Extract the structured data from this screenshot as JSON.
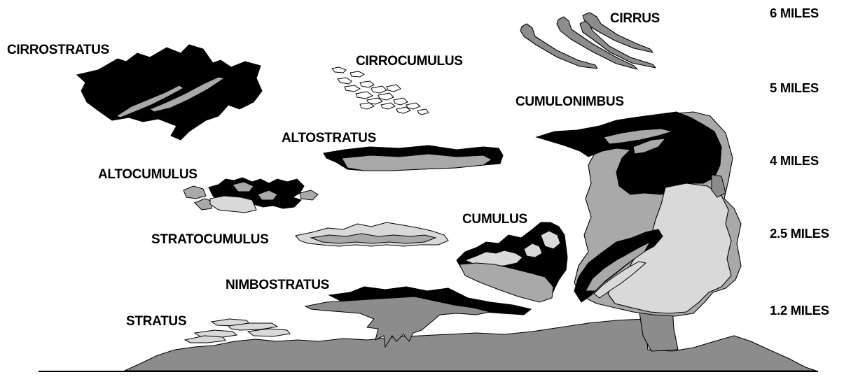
{
  "cloud_labels": {
    "cirrostratus": "CIRROSTRATUS",
    "cirrocumulus": "CIRROCUMULUS",
    "cirrus": "CIRRUS",
    "cumulonimbus": "CUMULONIMBUS",
    "altostratus": "ALTOSTRATUS",
    "altocumulus": "ALTOCUMULUS",
    "stratocumulus": "STRATOCUMULUS",
    "cumulus": "CUMULUS",
    "nimbostratus": "NIMBOSTRATUS",
    "stratus": "STRATUS"
  },
  "altitude_labels": {
    "six": "6 MILES",
    "five": "5 MILES",
    "four": "4 MILES",
    "two_five": "2.5 MILES",
    "one_two": "1.2 MILES"
  },
  "colors": {
    "black": "#000000",
    "dark_gray": "#8c8c8c",
    "mid_gray": "#a9a9a9",
    "light_gray": "#d9d9d9",
    "white": "#ffffff"
  }
}
